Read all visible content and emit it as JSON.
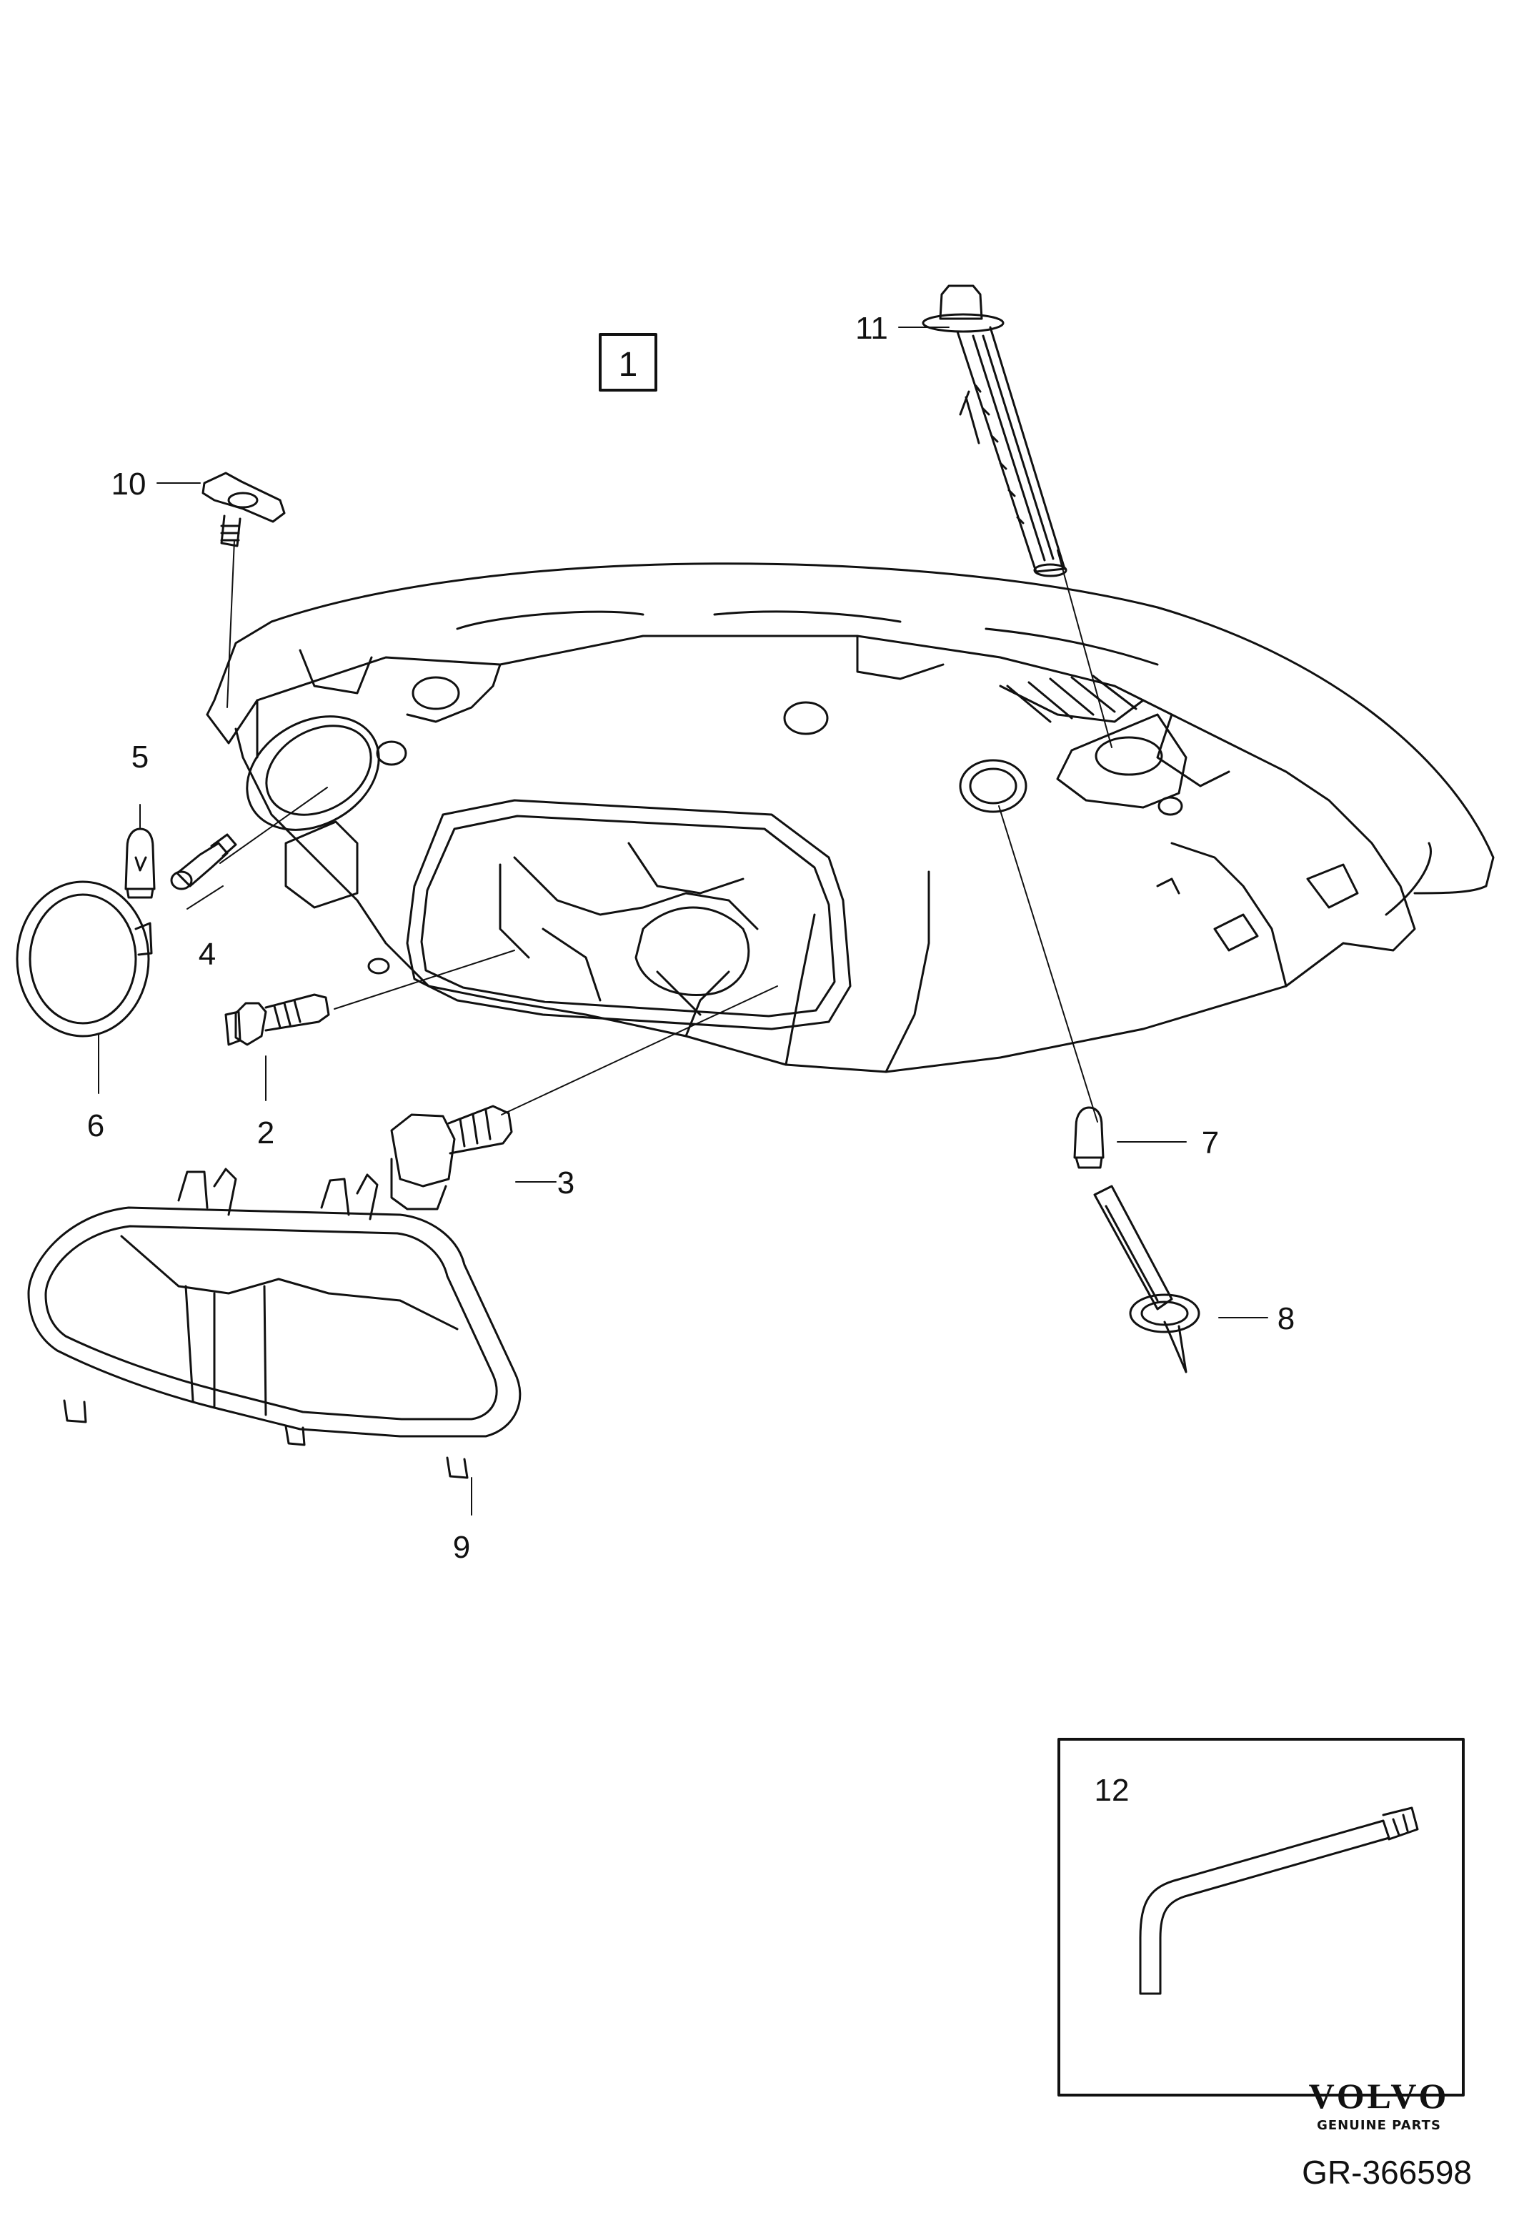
{
  "diagram": {
    "assembly_ref": "1",
    "callouts": [
      {
        "id": "callout-2",
        "label": "2"
      },
      {
        "id": "callout-3",
        "label": "3"
      },
      {
        "id": "callout-4",
        "label": "4"
      },
      {
        "id": "callout-5",
        "label": "5"
      },
      {
        "id": "callout-6",
        "label": "6"
      },
      {
        "id": "callout-7",
        "label": "7"
      },
      {
        "id": "callout-8",
        "label": "8"
      },
      {
        "id": "callout-9",
        "label": "9"
      },
      {
        "id": "callout-10",
        "label": "10"
      },
      {
        "id": "callout-11",
        "label": "11"
      }
    ],
    "inset": {
      "label": "12"
    }
  },
  "footer": {
    "brand": "VOLVO",
    "brand_subtitle": "GENUINE PARTS",
    "reference": "GR-366598"
  },
  "colors": {
    "line": "#111111",
    "background": "#ffffff"
  }
}
